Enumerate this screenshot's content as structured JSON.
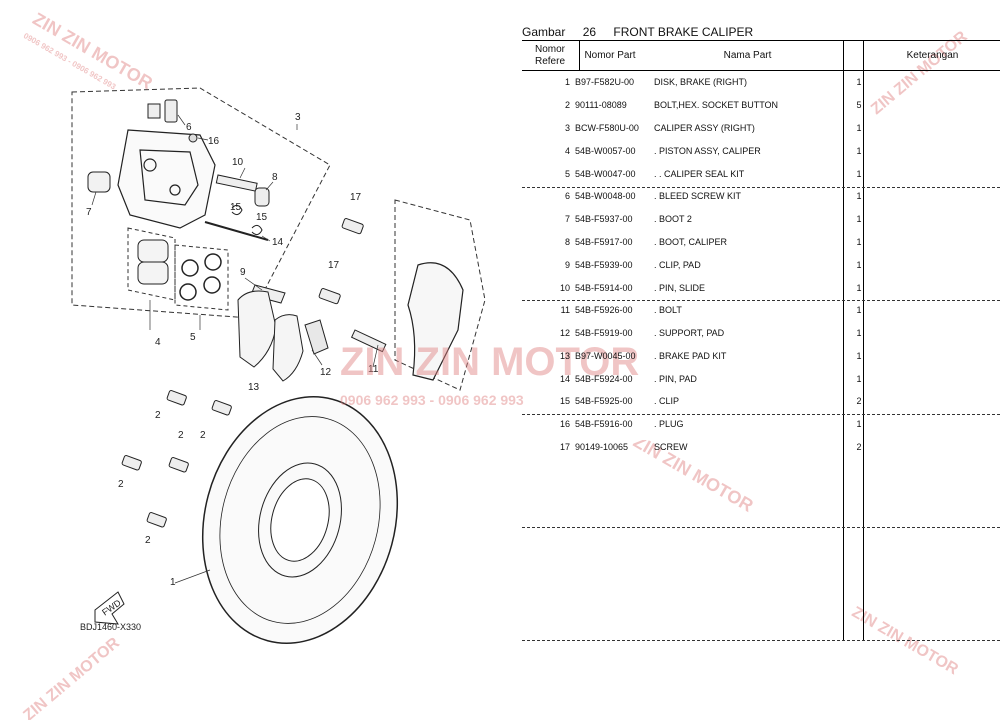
{
  "figure": {
    "code": "BDJ1460-X330",
    "fwd_label": "FWD",
    "callouts": [
      "1",
      "2",
      "2",
      "2",
      "2",
      "2",
      "3",
      "4",
      "5",
      "6",
      "7",
      "8",
      "9",
      "10",
      "11",
      "12",
      "13",
      "14",
      "15",
      "15",
      "16",
      "17",
      "17"
    ]
  },
  "watermark": {
    "brand": "ZIN ZIN MOTOR",
    "phone": "0906 962 993 - 0906 962 993"
  },
  "header": {
    "label": "Gambar",
    "number": "26",
    "title": "FRONT BRAKE CALIPER"
  },
  "columns": {
    "no": "Nomor Refere",
    "part": "Nomor Part",
    "name": "Nama Part",
    "qty": "",
    "remarks": "Keterangan"
  },
  "rows": [
    {
      "no": "1",
      "part": "B97-F582U-00",
      "name": "DISK, BRAKE (RIGHT)",
      "qty": "1"
    },
    {
      "no": "2",
      "part": "90111-08089",
      "name": "BOLT,HEX. SOCKET BUTTON",
      "qty": "5"
    },
    {
      "no": "3",
      "part": "BCW-F580U-00",
      "name": "CALIPER ASSY (RIGHT)",
      "qty": "1"
    },
    {
      "no": "4",
      "part": "54B-W0057-00",
      "name": ". PISTON ASSY, CALIPER",
      "qty": "1"
    },
    {
      "no": "5",
      "part": "54B-W0047-00",
      "name": ". . CALIPER SEAL KIT",
      "qty": "1"
    },
    {
      "no": "6",
      "part": "54B-W0048-00",
      "name": ". BLEED SCREW KIT",
      "qty": "1"
    },
    {
      "no": "7",
      "part": "54B-F5937-00",
      "name": ". BOOT 2",
      "qty": "1"
    },
    {
      "no": "8",
      "part": "54B-F5917-00",
      "name": ". BOOT, CALIPER",
      "qty": "1"
    },
    {
      "no": "9",
      "part": "54B-F5939-00",
      "name": ". CLIP, PAD",
      "qty": "1"
    },
    {
      "no": "10",
      "part": "54B-F5914-00",
      "name": ". PIN, SLIDE",
      "qty": "1"
    },
    {
      "no": "11",
      "part": "54B-F5926-00",
      "name": ". BOLT",
      "qty": "1"
    },
    {
      "no": "12",
      "part": "54B-F5919-00",
      "name": ". SUPPORT, PAD",
      "qty": "1"
    },
    {
      "no": "13",
      "part": "B97-W0045-00",
      "name": ". BRAKE PAD KIT",
      "qty": "1"
    },
    {
      "no": "14",
      "part": "54B-F5924-00",
      "name": ". PIN, PAD",
      "qty": "1"
    },
    {
      "no": "15",
      "part": "54B-F5925-00",
      "name": ". CLIP",
      "qty": "2"
    },
    {
      "no": "16",
      "part": "54B-F5916-00",
      "name": ". PLUG",
      "qty": "1"
    },
    {
      "no": "17",
      "part": "90149-10065",
      "name": "SCREW",
      "qty": "2"
    }
  ]
}
